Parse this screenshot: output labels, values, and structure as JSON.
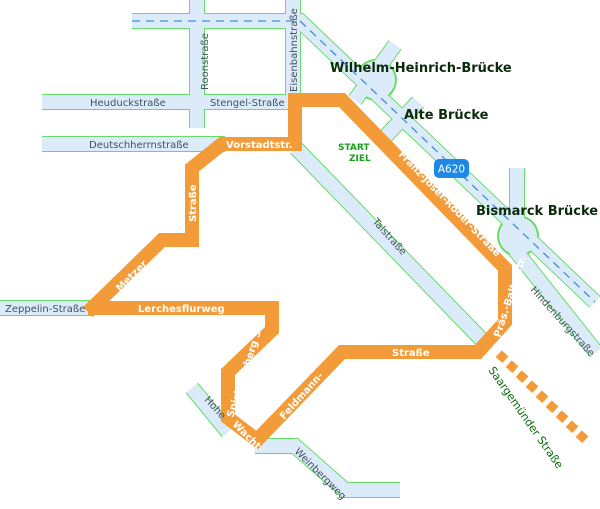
{
  "colors": {
    "route": "#f29b38",
    "street": "#dcebfa",
    "edge": "#66dd66",
    "highway_badge": "#1e88e5",
    "label_green": "#0a6a0a"
  },
  "bridges": {
    "wilhelm": "Wilhelm-Heinrich-Brücke",
    "alte": "Alte Brücke",
    "bismarck": "Bismarck Brücke"
  },
  "start": {
    "start": "START",
    "ziel": "ZIEL"
  },
  "highway": "A620",
  "streets": {
    "roon": "Roonstraße",
    "eisenbahn": "Eisenbahnstraße",
    "heuduck": "Heuduckstraße",
    "stengel": "Stengel-Straße",
    "deutschherrn": "Deutschherrnstraße",
    "tal": "Talstraße",
    "hindenburg": "Hindenburgstraße",
    "zeppelin": "Zeppelin-Straße",
    "hohe": "Hohe",
    "weinberg": "Weinbergweg",
    "saargemuender": "Saargemünder Straße"
  },
  "route": {
    "vorstadt": "Vorstadtstr.",
    "strasse1": "Straße",
    "metzer": "Metzer",
    "lerches": "Lerchesflurweg",
    "spicherer": "Spichererberg Str.",
    "wacht": "Wacht",
    "feldmann": "Feldmann-",
    "strasse2": "Straße",
    "roeder": "Franz-Josef-Röder-Straße",
    "baltz": "Präs.-Baltz-Str."
  }
}
